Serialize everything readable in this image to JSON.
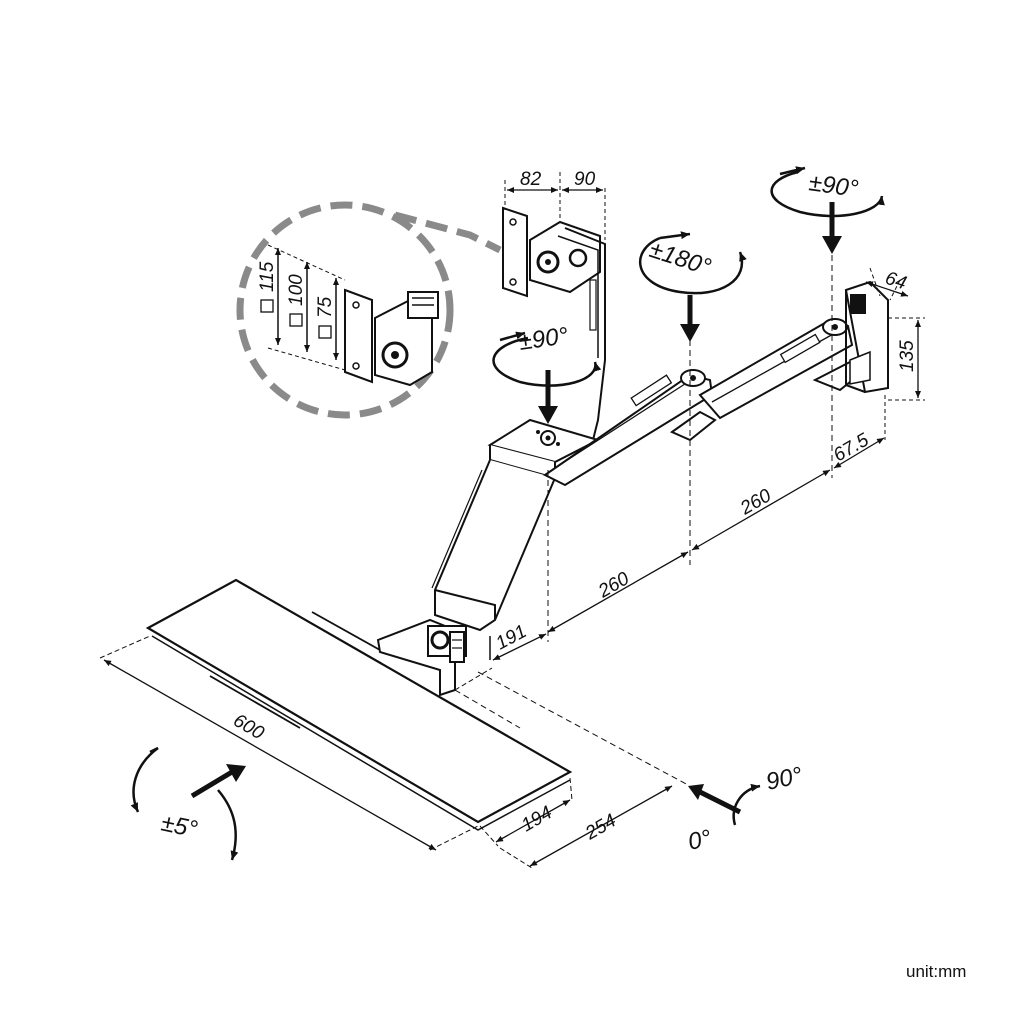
{
  "dimensions": {
    "plate_width": "82",
    "plate_depth": "90",
    "vesa_115": "115",
    "vesa_100": "100",
    "vesa_75": "75",
    "wall_plate_depth": "64",
    "wall_plate_height": "135",
    "wall_offset": "67.5",
    "arm_segment_upper": "260",
    "arm_segment_lower": "260",
    "post_offset": "191",
    "tray_width": "600",
    "tray_depth": "194",
    "tray_total_depth": "254"
  },
  "rotations": {
    "wall_swivel": "±90°",
    "elbow_swivel": "±180°",
    "head_swivel": "±90°",
    "tray_tilt": "±5°",
    "tray_swing_start": "0°",
    "tray_swing_end": "90°"
  },
  "unit_label": "unit:mm",
  "colors": {
    "line": "#111111",
    "callout": "#8a8a8a",
    "fill": "#ffffff"
  }
}
